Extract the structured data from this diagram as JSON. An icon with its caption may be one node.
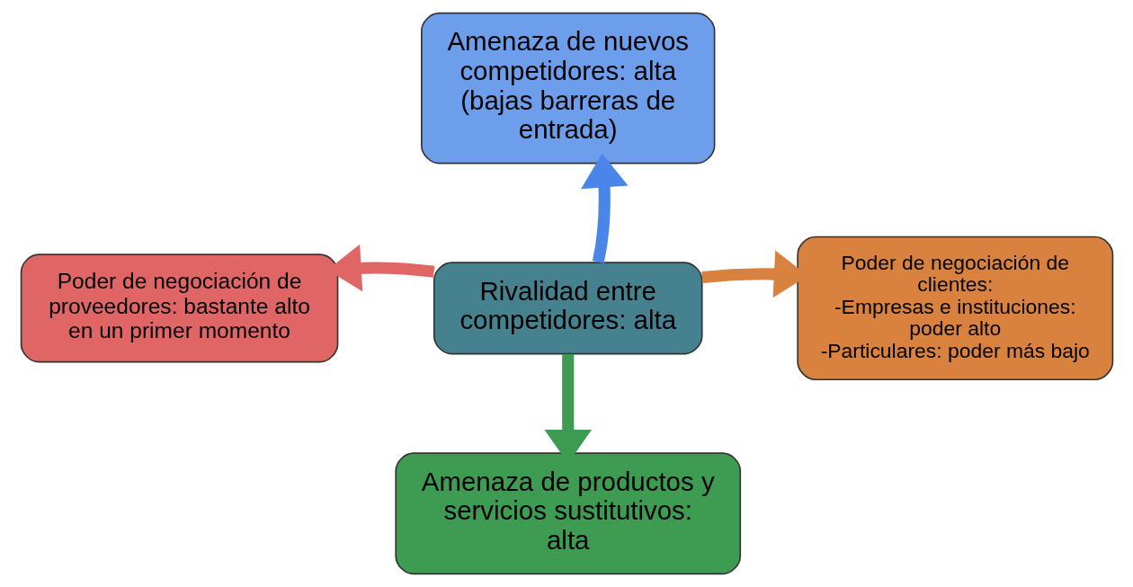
{
  "diagram": {
    "nodes": [
      {
        "text": [
          "Amenaza de nuevos competidores: alta (bajas barreras de entrada)"
        ]
      },
      {
        "text": [
          "Poder de negociación de proveedores: bastante alto en un primer momento"
        ]
      },
      {
        "text": [
          "Rivalidad entre competidores: alta"
        ]
      },
      {
        "text": [
          "Poder de negociación de clientes:",
          "-Empresas e instituciones: poder alto",
          "-Particulares: poder más bajo"
        ]
      },
      {
        "text": [
          "Amenaza de productos y servicios sustitutivos: alta"
        ]
      }
    ],
    "edges": [
      {
        "from": 2,
        "to": 0,
        "arrow": "to",
        "color": "#4a86e8"
      },
      {
        "from": 2,
        "to": 1,
        "arrow": "to",
        "color": "#e06666"
      },
      {
        "from": 2,
        "to": 3,
        "arrow": "to",
        "color": "#d9813f"
      },
      {
        "from": 2,
        "to": 4,
        "arrow": "to",
        "color": "#3d9c52"
      }
    ]
  }
}
